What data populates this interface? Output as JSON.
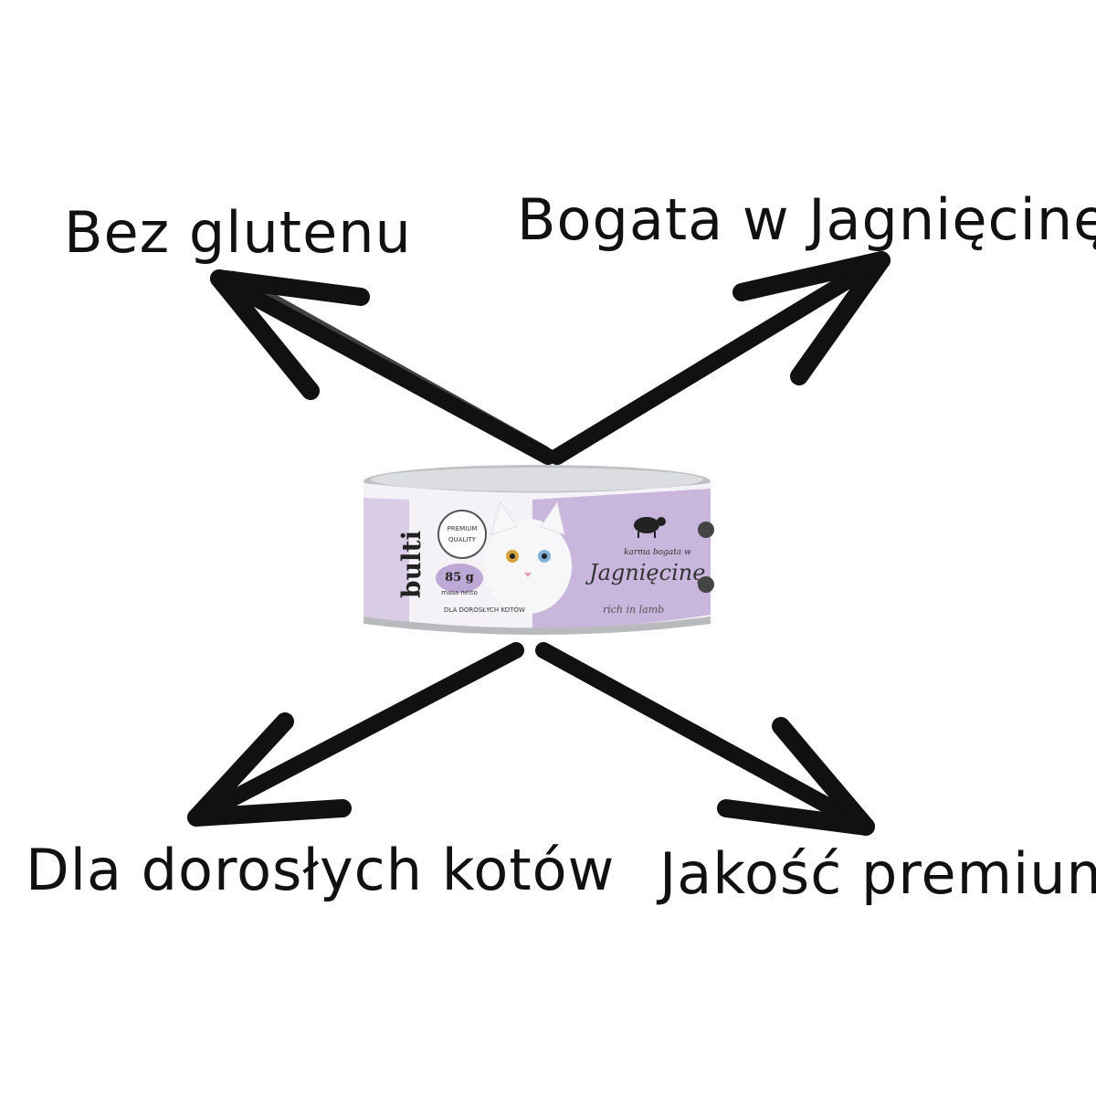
{
  "features": {
    "top_left": "Bez glutenu",
    "top_right": "Bogata w  Jagnięcinę",
    "bottom_left": "Dla dorosłych kotów",
    "bottom_right": "Jakość premium"
  },
  "product": {
    "brand": "bulti",
    "badge_line1": "PREMIUM",
    "badge_line2": "QUALITY",
    "weight": "85 g",
    "weight_note": "masa netto",
    "tagline": "karma bogata w",
    "flavor": "Jagnięcinę",
    "flavor_en": "rich in lamb",
    "audience": "DLA DOROSŁYCH KOTÓW"
  },
  "colors": {
    "label_purple": "#c9b6dc",
    "lid_silver": "#c8c8cc",
    "ink": "#111111"
  }
}
